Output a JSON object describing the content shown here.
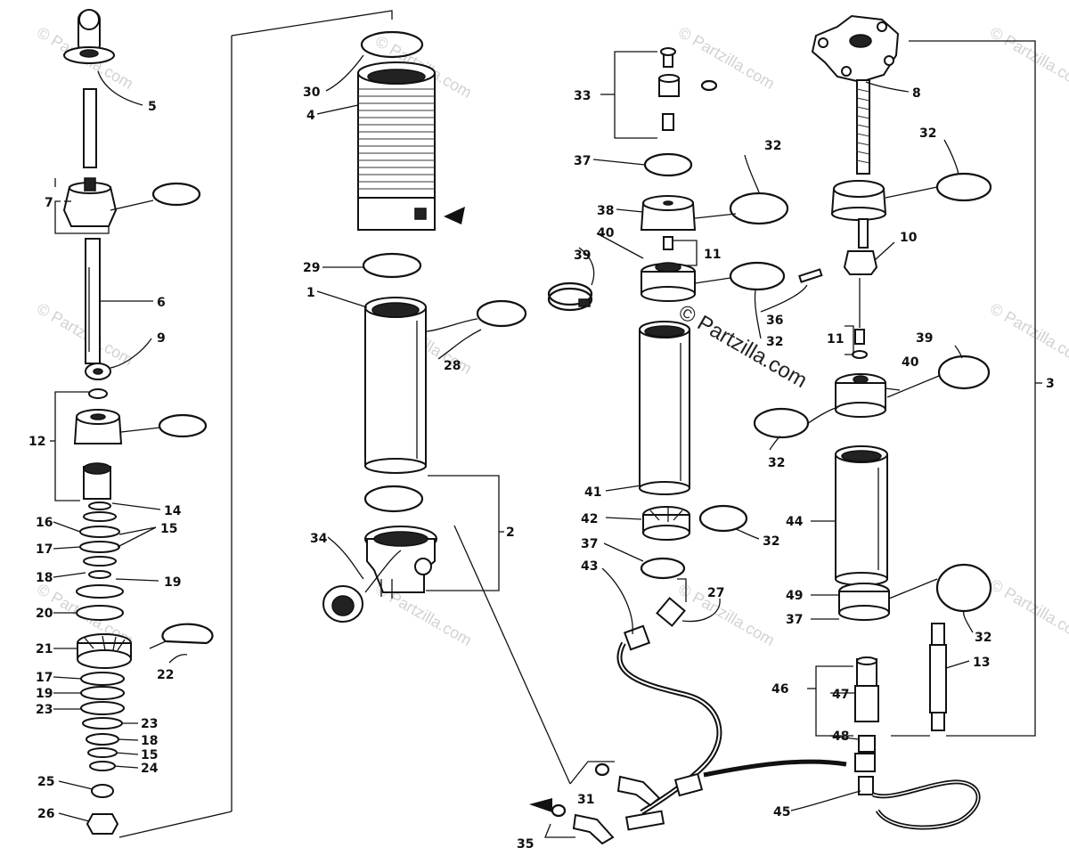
{
  "watermark": {
    "text": "© Partzilla.com"
  },
  "callouts": [
    {
      "id": "c5",
      "text": "5"
    },
    {
      "id": "c7",
      "text": "7"
    },
    {
      "id": "c6",
      "text": "6"
    },
    {
      "id": "c9",
      "text": "9"
    },
    {
      "id": "c12",
      "text": "12"
    },
    {
      "id": "c14",
      "text": "14"
    },
    {
      "id": "c16",
      "text": "16"
    },
    {
      "id": "c15a",
      "text": "15"
    },
    {
      "id": "c17a",
      "text": "17"
    },
    {
      "id": "c18a",
      "text": "18"
    },
    {
      "id": "c19a",
      "text": "19"
    },
    {
      "id": "c20",
      "text": "20"
    },
    {
      "id": "c21",
      "text": "21"
    },
    {
      "id": "c22",
      "text": "22"
    },
    {
      "id": "c17b",
      "text": "17"
    },
    {
      "id": "c19b",
      "text": "19"
    },
    {
      "id": "c23a",
      "text": "23"
    },
    {
      "id": "c23b",
      "text": "23"
    },
    {
      "id": "c18b",
      "text": "18"
    },
    {
      "id": "c15b",
      "text": "15"
    },
    {
      "id": "c24",
      "text": "24"
    },
    {
      "id": "c25",
      "text": "25"
    },
    {
      "id": "c26",
      "text": "26"
    },
    {
      "id": "c30",
      "text": "30"
    },
    {
      "id": "c4",
      "text": "4"
    },
    {
      "id": "c29",
      "text": "29"
    },
    {
      "id": "c1",
      "text": "1"
    },
    {
      "id": "c28",
      "text": "28"
    },
    {
      "id": "c2",
      "text": "2"
    },
    {
      "id": "c34",
      "text": "34"
    },
    {
      "id": "c33",
      "text": "33"
    },
    {
      "id": "c37a",
      "text": "37"
    },
    {
      "id": "c32a",
      "text": "32"
    },
    {
      "id": "c38",
      "text": "38"
    },
    {
      "id": "c40a",
      "text": "40"
    },
    {
      "id": "c11a",
      "text": "11"
    },
    {
      "id": "c39a",
      "text": "39"
    },
    {
      "id": "c36",
      "text": "36"
    },
    {
      "id": "c32b",
      "text": "32"
    },
    {
      "id": "c41",
      "text": "41"
    },
    {
      "id": "c42",
      "text": "42"
    },
    {
      "id": "c32c",
      "text": "32"
    },
    {
      "id": "c37b",
      "text": "37"
    },
    {
      "id": "c43",
      "text": "43"
    },
    {
      "id": "c27",
      "text": "27"
    },
    {
      "id": "c31",
      "text": "31"
    },
    {
      "id": "c35",
      "text": "35"
    },
    {
      "id": "c8",
      "text": "8"
    },
    {
      "id": "c32d",
      "text": "32"
    },
    {
      "id": "c10",
      "text": "10"
    },
    {
      "id": "c11b",
      "text": "11"
    },
    {
      "id": "c39b",
      "text": "39"
    },
    {
      "id": "c40b",
      "text": "40"
    },
    {
      "id": "c32e",
      "text": "32"
    },
    {
      "id": "c3",
      "text": "3"
    },
    {
      "id": "c44",
      "text": "44"
    },
    {
      "id": "c49",
      "text": "49"
    },
    {
      "id": "c37c",
      "text": "37"
    },
    {
      "id": "c32f",
      "text": "32"
    },
    {
      "id": "c13",
      "text": "13"
    },
    {
      "id": "c47",
      "text": "47"
    },
    {
      "id": "c46",
      "text": "46"
    },
    {
      "id": "c48",
      "text": "48"
    },
    {
      "id": "c45",
      "text": "45"
    }
  ]
}
